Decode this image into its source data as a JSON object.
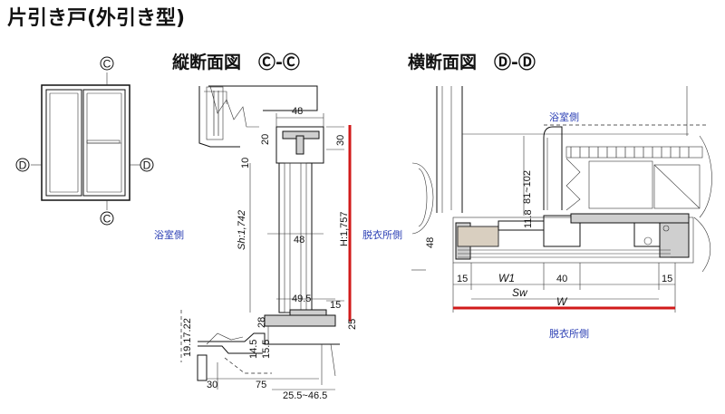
{
  "page": {
    "title": "片引き戸(外引き型)"
  },
  "key_plan": {
    "marker_top": "C",
    "marker_bottom": "C",
    "marker_left": "D",
    "marker_right": "D"
  },
  "vertical_section": {
    "title": "縦断面図　Ⓒ-Ⓒ",
    "side_label": "浴室側",
    "other_side_label": "脱衣所側",
    "dims": {
      "top_width": "48",
      "d30": "30",
      "d20": "20",
      "d10": "10",
      "sh": "Sh:1,742",
      "h": "H:1,757",
      "mid_width": "48",
      "d49_5": "49.5",
      "d15": "15",
      "d28": "28",
      "d25": "25",
      "d14_5": "14.5",
      "d15_5": "15.5",
      "d19_17_22": "19.17.22",
      "d30_bottom": "30",
      "d75": "75",
      "d25_46": "25.5~46.5"
    }
  },
  "horizontal_section": {
    "title": "横断面図　Ⓓ-Ⓓ",
    "top_label": "浴室側",
    "bottom_label": "脱衣所側",
    "dims": {
      "d81_102": "81~102",
      "d11_8": "11.8",
      "d48": "48",
      "d15_left": "15",
      "w1": "W1",
      "d40": "40",
      "sw": "Sw",
      "d15_right": "15",
      "w": "W"
    }
  },
  "colors": {
    "highlight_red": "#d11a1a",
    "label_blue": "#2b3fb4"
  }
}
